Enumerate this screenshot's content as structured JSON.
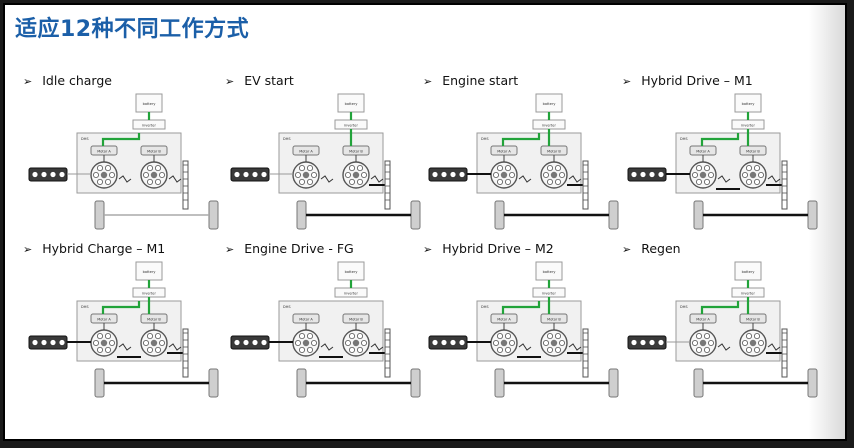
{
  "title": "适应12种不同工作方式",
  "bullet_icon": "arrowhead-bullet-icon",
  "bullet_glyph": "➢",
  "colors": {
    "title": "#1b5fa8",
    "power_flow_green": "#22a33a",
    "mechanical_black": "#111111",
    "box_fill": "#f1f1f1",
    "box_border": "#9a9a9a"
  },
  "modes": [
    {
      "label": "Idle charge",
      "battery_label": "battery",
      "inverter_label": "inverter",
      "dhs_label": "DHS",
      "motor_a_label": "Motor A",
      "motor_b_label": "Motor B",
      "green_to_a": true,
      "green_to_b": false,
      "engine_link": false,
      "output_link": false,
      "axle_dark": false,
      "motor_link": false
    },
    {
      "label": "EV start",
      "battery_label": "battery",
      "inverter_label": "inverter",
      "dhs_label": "DHS",
      "motor_a_label": "Motor A",
      "motor_b_label": "Motor B",
      "green_to_a": false,
      "green_to_b": true,
      "engine_link": false,
      "output_link": true,
      "axle_dark": true,
      "motor_link": false
    },
    {
      "label": "Engine start",
      "battery_label": "battery",
      "inverter_label": "inverter",
      "dhs_label": "DHS",
      "motor_a_label": "Motor A",
      "motor_b_label": "Motor B",
      "green_to_a": true,
      "green_to_b": true,
      "engine_link": true,
      "output_link": true,
      "axle_dark": true,
      "motor_link": false
    },
    {
      "label": "Hybrid Drive – M1",
      "battery_label": "battery",
      "inverter_label": "inverter",
      "dhs_label": "DHS",
      "motor_a_label": "Motor A",
      "motor_b_label": "Motor B",
      "green_to_a": true,
      "green_to_b": true,
      "engine_link": true,
      "output_link": true,
      "axle_dark": true,
      "motor_link": true
    },
    {
      "label": "Hybrid Charge – M1",
      "battery_label": "battery",
      "inverter_label": "inverter",
      "dhs_label": "DHS",
      "motor_a_label": "Motor A",
      "motor_b_label": "Motor B",
      "green_to_a": true,
      "green_to_b": true,
      "engine_link": true,
      "output_link": true,
      "axle_dark": true,
      "motor_link": true
    },
    {
      "label": "Engine Drive - FG",
      "battery_label": "battery",
      "inverter_label": "inverter",
      "dhs_label": "DHS",
      "motor_a_label": "Motor A",
      "motor_b_label": "Motor B",
      "green_to_a": false,
      "green_to_b": false,
      "engine_link": true,
      "output_link": true,
      "axle_dark": true,
      "motor_link": true
    },
    {
      "label": "Hybrid Drive – M2",
      "battery_label": "battery",
      "inverter_label": "inverter",
      "dhs_label": "DHS",
      "motor_a_label": "Motor A",
      "motor_b_label": "Motor B",
      "green_to_a": true,
      "green_to_b": true,
      "engine_link": true,
      "output_link": true,
      "axle_dark": true,
      "motor_link": true
    },
    {
      "label": "Regen",
      "battery_label": "battery",
      "inverter_label": "inverter",
      "dhs_label": "DHS",
      "motor_a_label": "Motor A",
      "motor_b_label": "Motor B",
      "green_to_a": true,
      "green_to_b": true,
      "engine_link": false,
      "output_link": true,
      "axle_dark": true,
      "motor_link": false
    }
  ]
}
